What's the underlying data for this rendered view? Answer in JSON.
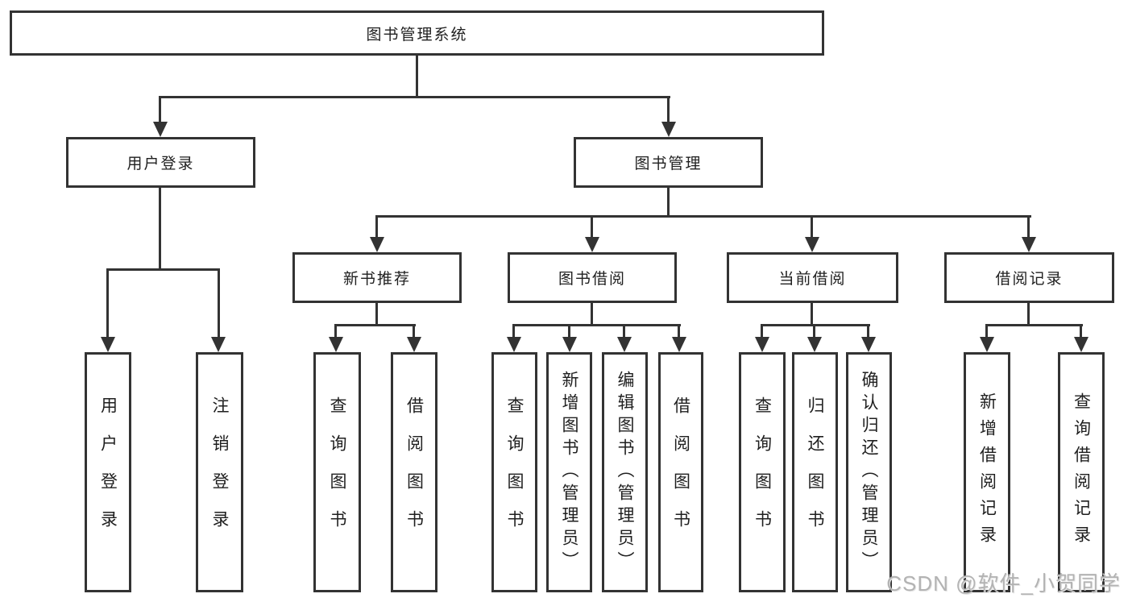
{
  "diagram": {
    "title": "图书管理系统",
    "type": "hierarchy-tree"
  },
  "nodes": [
    {
      "id": "root",
      "label": "图书管理系统",
      "vertical": false
    },
    {
      "id": "user-login-branch",
      "label": "用户登录",
      "vertical": false
    },
    {
      "id": "book-management",
      "label": "图书管理",
      "vertical": false
    },
    {
      "id": "new-book-recommend",
      "label": "新书推荐",
      "vertical": false
    },
    {
      "id": "book-borrowing",
      "label": "图书借阅",
      "vertical": false
    },
    {
      "id": "current-borrowing",
      "label": "当前借阅",
      "vertical": false
    },
    {
      "id": "borrowing-records",
      "label": "借阅记录",
      "vertical": false
    },
    {
      "id": "user-login-leaf",
      "label": "用户登录",
      "vertical": true
    },
    {
      "id": "logout-leaf",
      "label": "注销登录",
      "vertical": true
    },
    {
      "id": "query-books-a",
      "label": "查询图书",
      "vertical": true
    },
    {
      "id": "borrow-books-a",
      "label": "借阅图书",
      "vertical": true
    },
    {
      "id": "query-books-b",
      "label": "查询图书",
      "vertical": true
    },
    {
      "id": "add-books-admin",
      "label": "新增图书（管理员）",
      "vertical": true
    },
    {
      "id": "edit-books-admin",
      "label": "编辑图书（管理员）",
      "vertical": true
    },
    {
      "id": "borrow-books-b",
      "label": "借阅图书",
      "vertical": true
    },
    {
      "id": "query-books-c",
      "label": "查询图书",
      "vertical": true
    },
    {
      "id": "return-books",
      "label": "归还图书",
      "vertical": true
    },
    {
      "id": "confirm-return-admin",
      "label": "确认归还（管理员）",
      "vertical": true
    },
    {
      "id": "add-borrow-record",
      "label": "新增借阅记录",
      "vertical": true
    },
    {
      "id": "query-borrow-record",
      "label": "查询借阅记录",
      "vertical": true
    }
  ],
  "edges": [
    {
      "from": "root",
      "to": "user-login-branch"
    },
    {
      "from": "root",
      "to": "book-management"
    },
    {
      "from": "user-login-branch",
      "to": "user-login-leaf"
    },
    {
      "from": "user-login-branch",
      "to": "logout-leaf"
    },
    {
      "from": "book-management",
      "to": "new-book-recommend"
    },
    {
      "from": "book-management",
      "to": "book-borrowing"
    },
    {
      "from": "book-management",
      "to": "current-borrowing"
    },
    {
      "from": "book-management",
      "to": "borrowing-records"
    },
    {
      "from": "new-book-recommend",
      "to": "query-books-a"
    },
    {
      "from": "new-book-recommend",
      "to": "borrow-books-a"
    },
    {
      "from": "book-borrowing",
      "to": "query-books-b"
    },
    {
      "from": "book-borrowing",
      "to": "add-books-admin"
    },
    {
      "from": "book-borrowing",
      "to": "edit-books-admin"
    },
    {
      "from": "book-borrowing",
      "to": "borrow-books-b"
    },
    {
      "from": "current-borrowing",
      "to": "query-books-c"
    },
    {
      "from": "current-borrowing",
      "to": "return-books"
    },
    {
      "from": "current-borrowing",
      "to": "confirm-return-admin"
    },
    {
      "from": "borrowing-records",
      "to": "add-borrow-record"
    },
    {
      "from": "borrowing-records",
      "to": "query-borrow-record"
    }
  ],
  "watermark": {
    "text": "CSDN @软件_小贺同学",
    "color": "#b3b3b3"
  },
  "colors": {
    "line": "#333333",
    "box_background": "#ffffff",
    "text": "#1f1f1f"
  }
}
